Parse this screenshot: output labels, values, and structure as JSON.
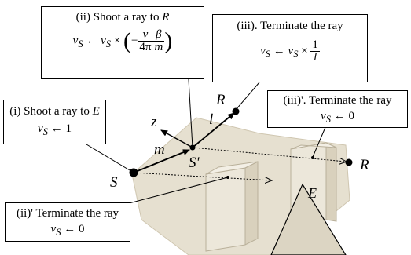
{
  "box_i": {
    "title_prefix": "(i) Shoot a ray to ",
    "title_var": "E",
    "eq_var": "v",
    "eq_sub": "S",
    "eq_rhs": " ← 1"
  },
  "box_ii": {
    "title_prefix": "(ii) Shoot a ray to ",
    "title_var": "R",
    "eq_var": "v",
    "eq_sub": "S",
    "eq_mid": " ← ",
    "eq_var2": "v",
    "eq_sub2": "S",
    "eq_times": " × ",
    "eq_minus": "−",
    "frac1_num": "ν",
    "frac1_den": "4π",
    "frac2_num": "β",
    "frac2_den": "m"
  },
  "box_iii": {
    "title": "(iii). Terminate the ray",
    "eq_var": "v",
    "eq_sub": "S",
    "eq_mid": " ← ",
    "eq_var2": "v",
    "eq_sub2": "S",
    "eq_times": " × ",
    "frac_num": "1",
    "frac_den": "l"
  },
  "box_iiip": {
    "title": "(iii)'. Terminate the ray",
    "eq_var": "v",
    "eq_sub": "S",
    "eq_rhs": " ← 0"
  },
  "box_iip": {
    "title": "(ii)' Terminate the ray",
    "eq_var": "v",
    "eq_sub": "S",
    "eq_rhs": " ← 0"
  },
  "labels": {
    "S": "S",
    "S_prime": "S'",
    "R_top": "R",
    "R_right": "R",
    "E": "E",
    "z": "z",
    "m": "m",
    "l": "l"
  },
  "colors": {
    "floor": "#e6e0d0",
    "floor_edge": "#cfc6b0",
    "wall_front": "#ece7da",
    "wall_side": "#d9d1bd",
    "ink": "#000000"
  }
}
